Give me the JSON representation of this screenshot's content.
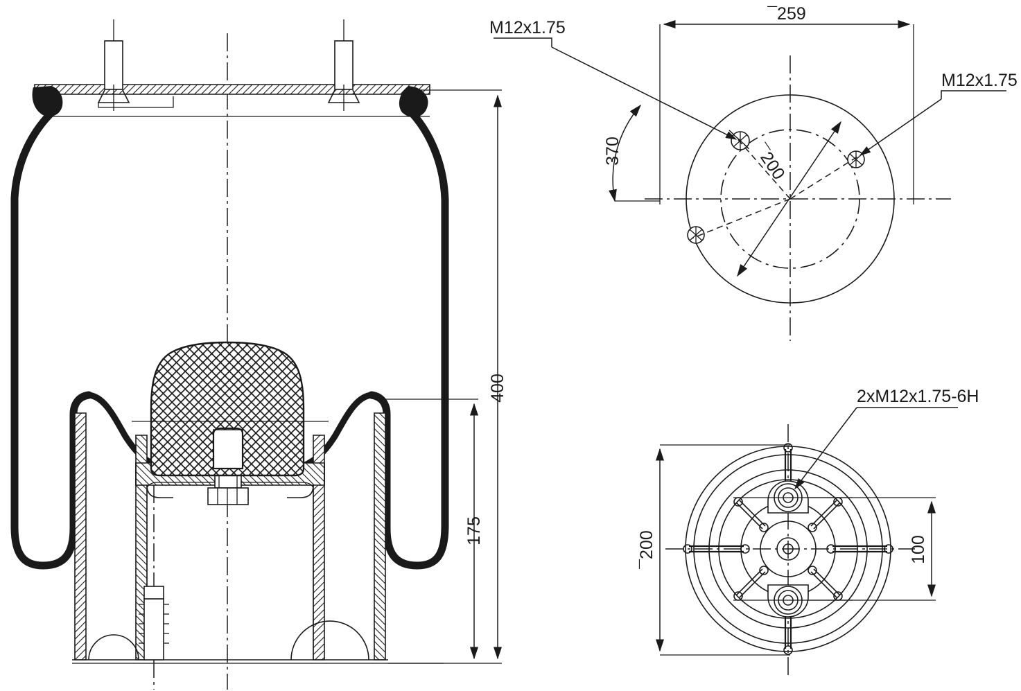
{
  "drawing": {
    "title": "Air spring / rolling lobe bellows assembly drawing",
    "views": {
      "section": {
        "name": "front-cross-section-view"
      },
      "top": {
        "name": "top-plate-view"
      },
      "bottom": {
        "name": "piston-bottom-view"
      }
    },
    "line_color": "#1a1a1a",
    "background": "#ffffff"
  },
  "labels": {
    "thread_top_left": "M12x1.75",
    "thread_top_right": "M12x1.75",
    "thread_piston": "2xM12x1.75-6H"
  },
  "dimensions": {
    "overall_height": "400",
    "piston_height": "175",
    "plate_diameter": "¯259",
    "bolt_circle_top": "¯200",
    "angle_370": "370",
    "piston_diameter": "¯200",
    "bolt_spacing": "100"
  }
}
